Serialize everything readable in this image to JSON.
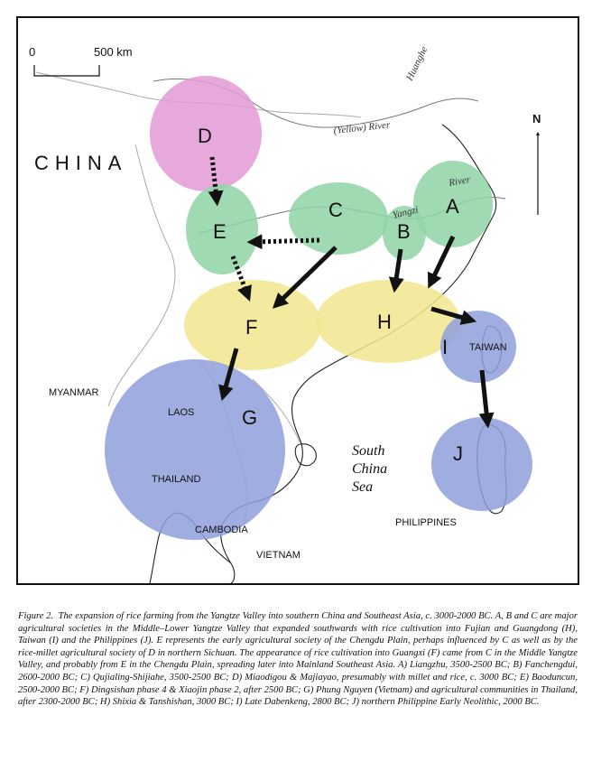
{
  "map": {
    "country_label": "CHINA",
    "scale": {
      "zero": "0",
      "distance": "500 km"
    },
    "north": "N",
    "rivers": {
      "huanghe": "Huanghe",
      "yellow": "(Yellow) River",
      "yangzi": "Yangzi",
      "river": "River"
    },
    "sea": [
      "South",
      "China",
      "Sea"
    ],
    "countries": {
      "myanmar": "MYANMAR",
      "laos": "LAOS",
      "thailand": "THAILAND",
      "cambodia": "CAMBODIA",
      "vietnam": "VIETNAM",
      "taiwan": "TAIWAN",
      "philippines": "PHILIPPINES"
    },
    "regions": {
      "A": "A",
      "B": "B",
      "C": "C",
      "D": "D",
      "E": "E",
      "F": "F",
      "G": "G",
      "H": "H",
      "I": "I",
      "J": "J"
    },
    "colors": {
      "green": "#8fd3a4",
      "pink": "#e39ad6",
      "yellow": "#f1e68e",
      "blue": "#8f9fdc",
      "arrow": "#111111"
    }
  },
  "caption": {
    "label": "Figure 2.",
    "text": "The expansion of rice farming from the Yangtze Valley into southern China and Southeast Asia, c. 3000-2000 BC. A, B and C are major agricultural societies in the Middle–Lower Yangtze Valley that expanded southwards with rice cultivation into Fujian and Guangdong (H), Taiwan (I) and the Philippines (J). E represents the early agricultural society of the Chengdu Plain, perhaps influenced by C as well as by the rice-millet agricultural society of D in northern Sichuan. The appearance of rice cultivation into Guangxi (F) came from C in the Middle Yangtze Valley, and probably from E in the Chengdu Plain, spreading later into Mainland Southeast Asia. A) Liangzhu, 3500-2500 BC; B) Fanchengdui, 2600-2000 BC; C) Qujialing-Shijiahe, 3500-2500 BC; D) Miaodigou & Majiayao, presumably with millet and rice, c. 3000 BC; E) Baoduncun, 2500-2000 BC; F) Dingsishan phase 4 & Xiaojin phase 2, after 2500 BC; G) Phung Nguyen (Vietnam) and agricultural communities in Thailand, after 2300-2000 BC; H) Shixia & Tanshishan, 3000 BC; I) Late Dabenkeng, 2800 BC; J) northern Philippine Early Neolithic, 2000 BC."
  }
}
